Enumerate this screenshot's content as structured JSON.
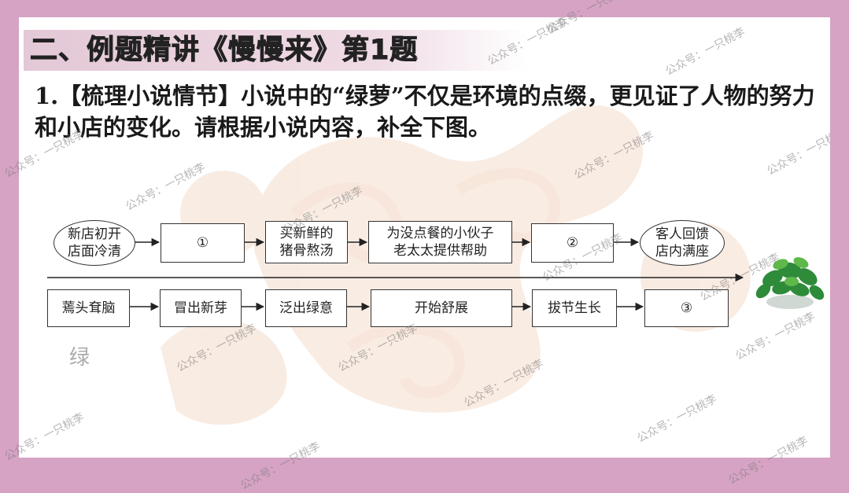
{
  "title": "二、例题精讲《慢慢来》第1题",
  "question": "1.【梳理小说情节】小说中的“绿萝”不仅是环境的点缀，更见证了人物的努力和小店的变化。请根据小说内容，补全下图。",
  "diagram": {
    "top_row": [
      "新店初开\n店面冷清",
      "①",
      "买新鲜的\n猪骨熬汤",
      "为没点餐的小伙子\n老太太提供帮助",
      "②",
      "客人回馈\n店内满座"
    ],
    "bottom_row": [
      "蔫头耷脑",
      "冒出新芽",
      "泛出绿意",
      "开始舒展",
      "拔节生长",
      "③"
    ],
    "fragment": "绿"
  },
  "watermark": "公众号：一只桃李"
}
